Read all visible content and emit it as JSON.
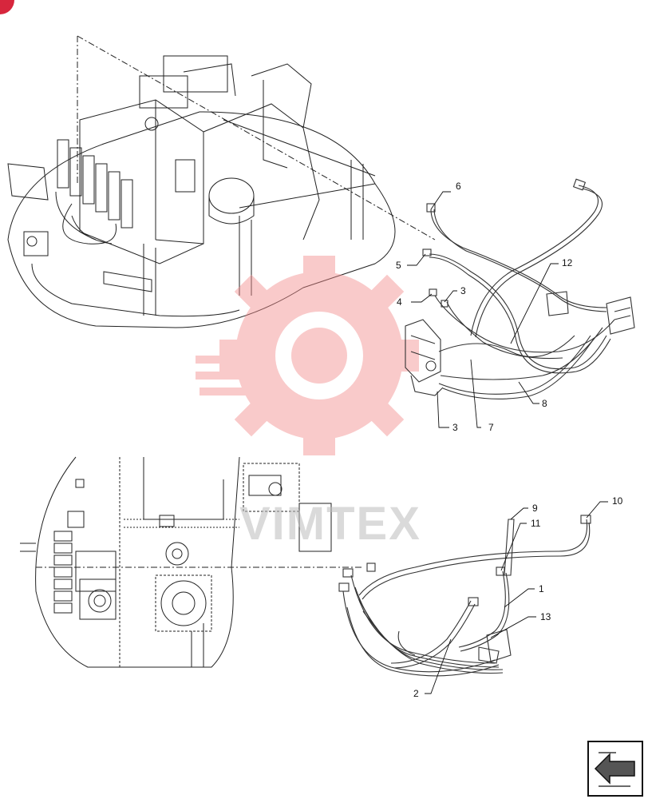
{
  "diagram": {
    "callouts": {
      "c1": "1",
      "c2": "2",
      "c3a": "3",
      "c3b": "3",
      "c4": "4",
      "c5": "5",
      "c6": "6",
      "c7": "7",
      "c8": "8",
      "c9": "9",
      "c10": "10",
      "c11": "11",
      "c12": "12",
      "c13": "13"
    },
    "watermark": {
      "text": "VIMTEX",
      "color": "#e63946"
    },
    "nav_icon": "next-page-arrow-icon",
    "colors": {
      "line": "#222222",
      "hose": "#333333",
      "corner_marker": "#d7263d",
      "gear_watermark": "#f28b8b"
    }
  }
}
